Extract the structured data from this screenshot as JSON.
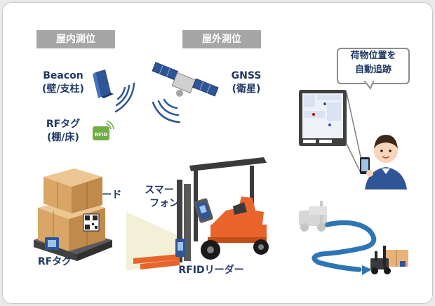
{
  "headers": {
    "indoor": "屋内測位",
    "outdoor": "屋外測位"
  },
  "indoor_methods": {
    "beacon": {
      "line1": "Beacon",
      "line2": "(壁/支柱)"
    },
    "rf_tag": {
      "line1": "RFタグ",
      "line2": "(棚/床)"
    }
  },
  "outdoor_methods": {
    "gnss": {
      "line1": "GNSS",
      "line2": "(衛星)"
    }
  },
  "tracking_bubble": {
    "line1": "荷物位置を",
    "line2": "自動追跡"
  },
  "labels": {
    "qr_code": "QRコード",
    "smartphone_line1": "スマート",
    "smartphone_line2": "フォン",
    "rf_tag_pallet": "RFタグ",
    "rfid_reader": "RFIDリーダー",
    "rfid_chip": "RFID"
  },
  "colors": {
    "header_bg": "#a6a6a6",
    "label_text": "#1f3864",
    "forklift_orange": "#e8642c",
    "forklift_dark": "#3a3a3a",
    "route_blue": "#2e75b6",
    "rfid_green": "#70ad47"
  },
  "icons": [
    "beacon-icon",
    "satellite-icon",
    "rfid-tag-icon",
    "signal-waves-icon",
    "tablet-map-icon",
    "worker-icon",
    "cardboard-boxes-icon",
    "qr-code-icon",
    "forklift-icon",
    "smartphone-icon",
    "rfid-reader-icon",
    "route-arrow-icon"
  ]
}
